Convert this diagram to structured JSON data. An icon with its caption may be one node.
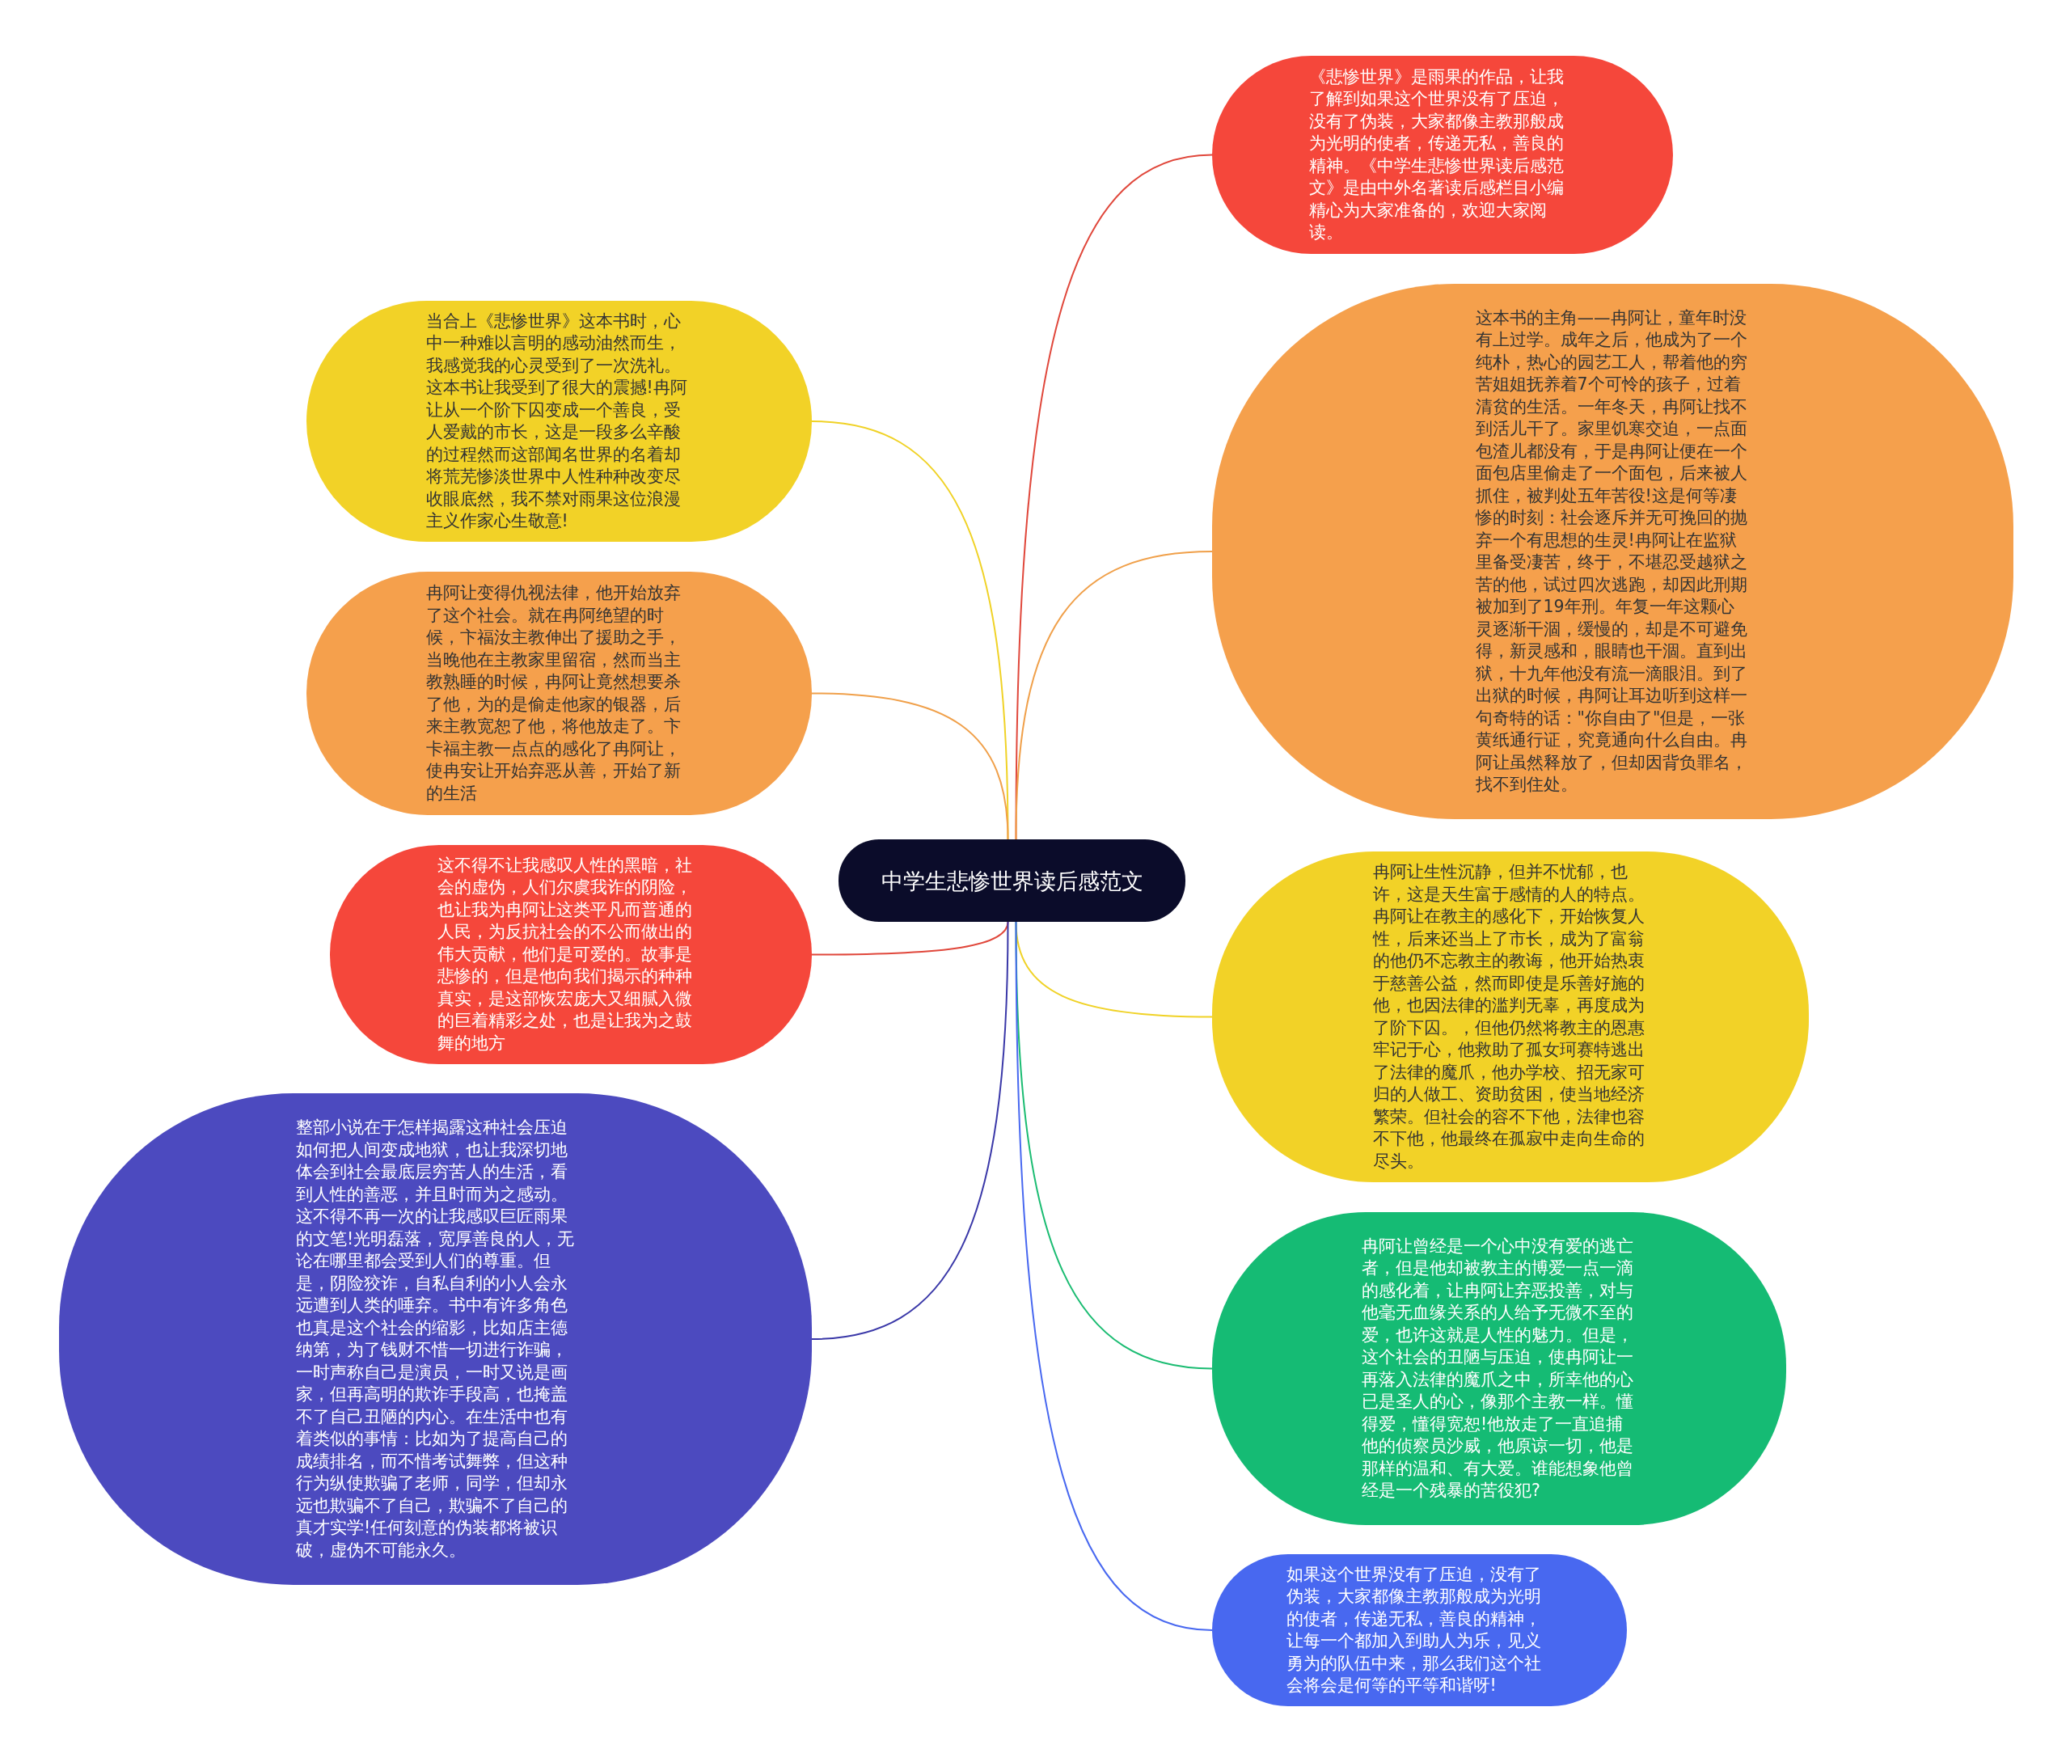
{
  "diagram": {
    "nodes": [
      {
        "text": [
          "中学生悲惨世界读后感范文"
        ]
      },
      {
        "text": [
          "《悲惨世界》是雨果的作品，让我了解到如果这个世界没有了压迫，没有了伪装，大家都像主教那般成为光明的使者，传递无私，善良的精神。《中学生悲惨世界读后感范文》是由中外名著读后感栏目小编精心为大家准备的，欢迎大家阅读。"
        ]
      },
      {
        "text": [
          "这本书的主角——冉阿让，童年时没有上过学。成年之后，他成为了一个纯朴，热心的园艺工人，帮着他的穷苦姐姐抚养着7个可怜的孩子，过着清贫的生活。一年冬天，冉阿让找不到活儿干了。家里饥寒交迫，一点面包渣儿都没有，于是冉阿让便在一个面包店里偷走了一个面包，后来被人抓住，被判处五年苦役!这是何等凄惨的时刻：社会逐斥并无可挽回的抛弃一个有思想的生灵!冉阿让在监狱里备受凄苦，终于，不堪忍受越狱之苦的他，试过四次逃跑，却因此刑期被加到了19年刑。年复一年这颗心灵逐渐干涸，缓慢的，却是不可避免得，新灵感和，眼睛也干涸。直到出狱，十九年他没有流一滴眼泪。到了出狱的时候，冉阿让耳边听到这样一句奇特的话：\"你自由了\"但是，一张黄纸通行证，究竟通向什么自由。冉阿让虽然释放了，但却因背负罪名，找不到住处。"
        ]
      },
      {
        "text": [
          "冉阿让生性沉静，但并不忧郁，也许，这是天生富于感情的人的特点。冉阿让在教主的感化下，开始恢复人性，后来还当上了市长，成为了富翁的他仍不忘教主的教诲，他开始热衷于慈善公益，然而即使是乐善好施的他，也因法律的滥判无辜，再度成为了阶下囚。，但他仍然将教主的恩惠牢记于心，他救助了孤女珂赛特逃出了法律的魔爪，他办学校、招无家可归的人做工、资助贫困，使当地经济繁荣。但社会的容不下他，法律也容不下他，他最终在孤寂中走向生命的尽头。"
        ]
      },
      {
        "text": [
          "冉阿让曾经是一个心中没有爱的逃亡者，但是他却被教主的博爱一点一滴的感化着，让冉阿让弃恶投善，对与他毫无血缘关系的人给予无微不至的爱，也许这就是人性的魅力。但是，这个社会的丑陋与压迫，使冉阿让一再落入法律的魔爪之中，所幸他的心已是圣人的心，像那个主教一样。懂得爱，懂得宽恕!他放走了一直追捕他的侦察员沙威，他原谅一切，他是那样的温和、有大爱。谁能想象他曾经是一个残暴的苦役犯?"
        ]
      },
      {
        "text": [
          "如果这个世界没有了压迫，没有了伪装，大家都像主教那般成为光明的使者，传递无私，善良的精神，让每一个都加入到助人为乐，见义勇为的队伍中来，那么我们这个社会将会是何等的平等和谐呀!"
        ]
      },
      {
        "text": [
          "当合上《悲惨世界》这本书时，心中一种难以言明的感动油然而生，我感觉我的心灵受到了一次洗礼。这本书让我受到了很大的震撼!冉阿让从一个阶下囚变成一个善良，受人爱戴的市长，这是一段多么辛酸的过程然而这部闻名世界的名着却将荒芜惨淡世界中人性种种改变尽收眼底然，我不禁对雨果这位浪漫主义作家心生敬意!"
        ]
      },
      {
        "text": [
          "冉阿让变得仇视法律，他开始放弃了这个社会。就在冉阿绝望的时候，卞福汝主教伸出了援助之手，当晚他在主教家里留宿，然而当主教熟睡的时候，冉阿让竟然想要杀了他，为的是偷走他家的银器，后来主教宽恕了他，将他放走了。卞卡福主教一点点的感化了冉阿让，使冉安让开始弃恶从善，开始了新的生活"
        ]
      },
      {
        "text": [
          "这不得不让我感叹人性的黑暗，社会的虚伪，人们尔虞我诈的阴险，也让我为冉阿让这类平凡而普通的人民，为反抗社会的不公而做出的伟大贡献，他们是可爱的。故事是悲惨的，但是他向我们揭示的种种真实，是这部恢宏庞大又细腻入微的巨着精彩之处，也是让我为之鼓舞的地方"
        ]
      },
      {
        "text": [
          "整部小说在于怎样揭露这种社会压迫如何把人间变成地狱，也让我深切地体会到社会最底层穷苦人的生活，看到人性的善恶，并且时而为之感动。这不得不再一次的让我感叹巨匠雨果的文笔!光明磊落，宽厚善良的人，无论在哪里都会受到人们的尊重。但是，阴险狡诈，自私自利的小人会永远遭到人类的唾弃。书中有许多角色也真是这个社会的缩影，比如店主德纳第，为了钱财不惜一切进行诈骗，一时声称自己是演员，一时又说是画家，但再高明的欺诈手段高，也掩盖不了自己丑陋的内心。在生活中也有着类似的事情：比如为了提高自己的成绩排名，而不惜考试舞弊，但这种行为纵使欺骗了老师，同学，但却永远也欺骗不了自己，欺骗不了自己的真才实学!任何刻意的伪装都将被识破，虚伪不可能永久。"
        ]
      }
    ],
    "edges": [
      {
        "from": 0,
        "to": 1,
        "arrow": "none",
        "color": "#e0473b"
      },
      {
        "from": 0,
        "to": 2,
        "arrow": "none",
        "color": "#f0a04a"
      },
      {
        "from": 0,
        "to": 3,
        "arrow": "none",
        "color": "#f0d226"
      },
      {
        "from": 0,
        "to": 4,
        "arrow": "none",
        "color": "#1bbc72"
      },
      {
        "from": 0,
        "to": 5,
        "arrow": "none",
        "color": "#4868f0"
      },
      {
        "from": 0,
        "to": 6,
        "arrow": "none",
        "color": "#f0d226"
      },
      {
        "from": 0,
        "to": 7,
        "arrow": "none",
        "color": "#f0a04a"
      },
      {
        "from": 0,
        "to": 8,
        "arrow": "none",
        "color": "#e0473b"
      },
      {
        "from": 0,
        "to": 9,
        "arrow": "none",
        "color": "#3a38a8"
      }
    ]
  }
}
